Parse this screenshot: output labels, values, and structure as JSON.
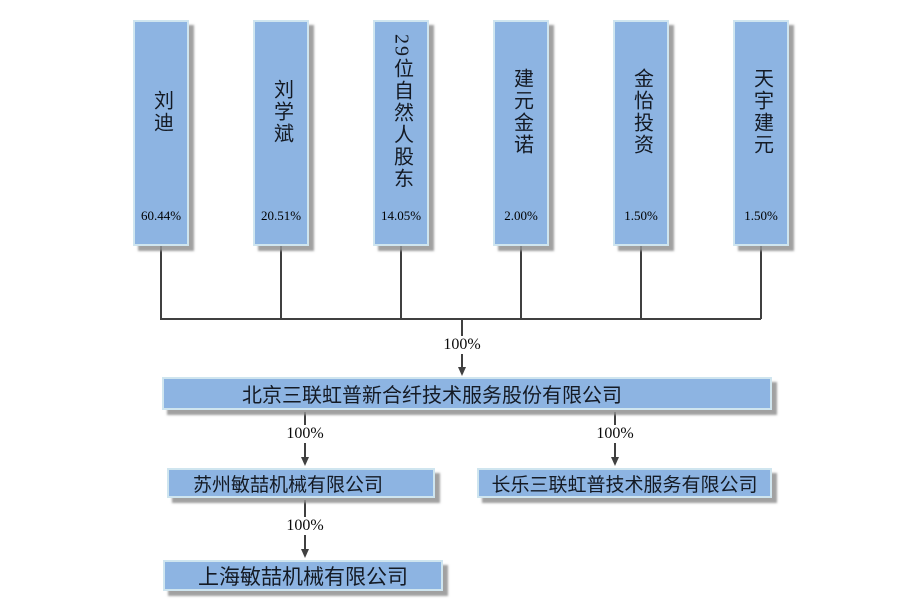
{
  "diagram": {
    "type": "equity-ownership-structure",
    "shareholders": [
      {
        "name": "刘迪",
        "percent": "60.44%"
      },
      {
        "name": "刘学斌",
        "percent": "20.51%"
      },
      {
        "name": "29位自然人股东",
        "percent": "14.05%"
      },
      {
        "name": "建元金诺",
        "percent": "2.00%"
      },
      {
        "name": "金怡投资",
        "percent": "1.50%"
      },
      {
        "name": "天宇建元",
        "percent": "1.50%"
      }
    ],
    "combined_ownership_label": "100%",
    "parent_company": {
      "name": "北京三联虹普新合纤技术服务股份有限公司"
    },
    "subsidiaries": [
      {
        "name": "苏州敏喆机械有限公司",
        "ownership_label": "100%"
      },
      {
        "name": "长乐三联虹普技术服务有限公司",
        "ownership_label": "100%"
      }
    ],
    "sub_subsidiary": {
      "name": "上海敏喆机械有限公司",
      "ownership_label": "100%"
    }
  },
  "colors": {
    "background": "#ffffff",
    "box_fill": "#8db4e2",
    "box_border": "#cfe5ef",
    "line": "#404040",
    "shadow": "#919191",
    "text": "#141a24"
  }
}
